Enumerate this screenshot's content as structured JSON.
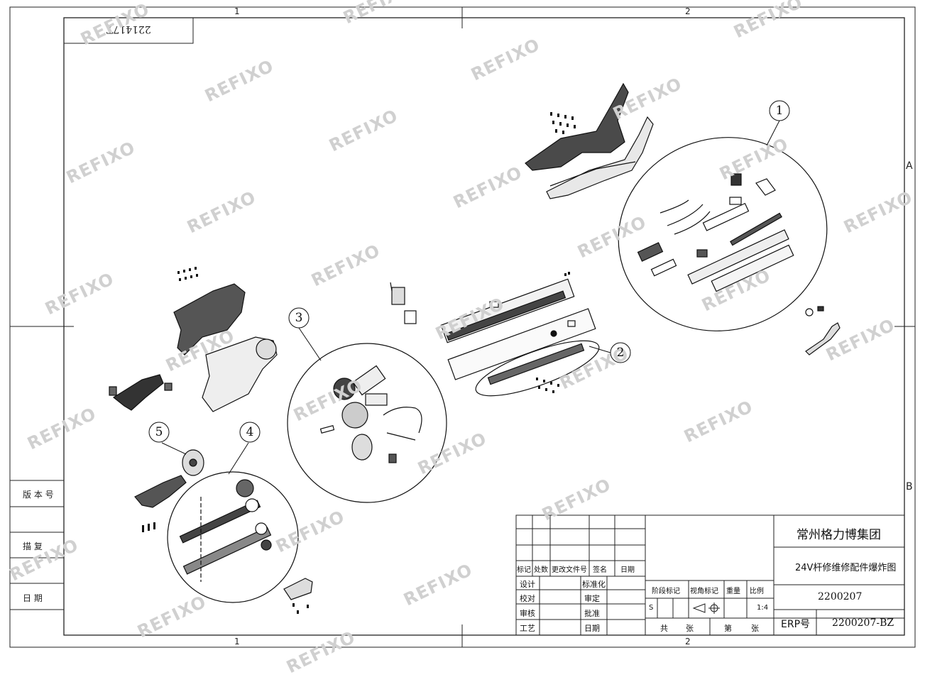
{
  "frame": {
    "top_zone_labels": [
      "1",
      "2"
    ],
    "bottom_zone_labels": [
      "1",
      "2"
    ],
    "right_zone_labels": [
      "A",
      "B"
    ],
    "drawing_code_inverted": "221417T"
  },
  "left_strip": {
    "version_label": "版 本 号",
    "trace_label": "描   复",
    "date_label": "日   期"
  },
  "watermark": "REFIXO",
  "callouts": [
    "1",
    "2",
    "3",
    "4",
    "5"
  ],
  "title_block": {
    "revision_headers": [
      "标记",
      "处数",
      "更改文件号",
      "签名",
      "日期"
    ],
    "roles": [
      "设计",
      "校对",
      "审核",
      "工艺"
    ],
    "approvals": [
      "标准化",
      "审定",
      "批准",
      "日期"
    ],
    "stage_label": "阶段标记",
    "view_label": "视角标记",
    "weight_label": "重量",
    "scale_label": "比例",
    "stage_value": "S",
    "scale_value": "1:4",
    "total_label": "共",
    "sheet_word": "张",
    "page_label": "第",
    "company": "常州格力博集团",
    "drawing_title": "24V杆修维修配件爆炸图",
    "drawing_number": "2200207",
    "erp_label": "ERP号",
    "erp_number": "2200207-BZ"
  }
}
